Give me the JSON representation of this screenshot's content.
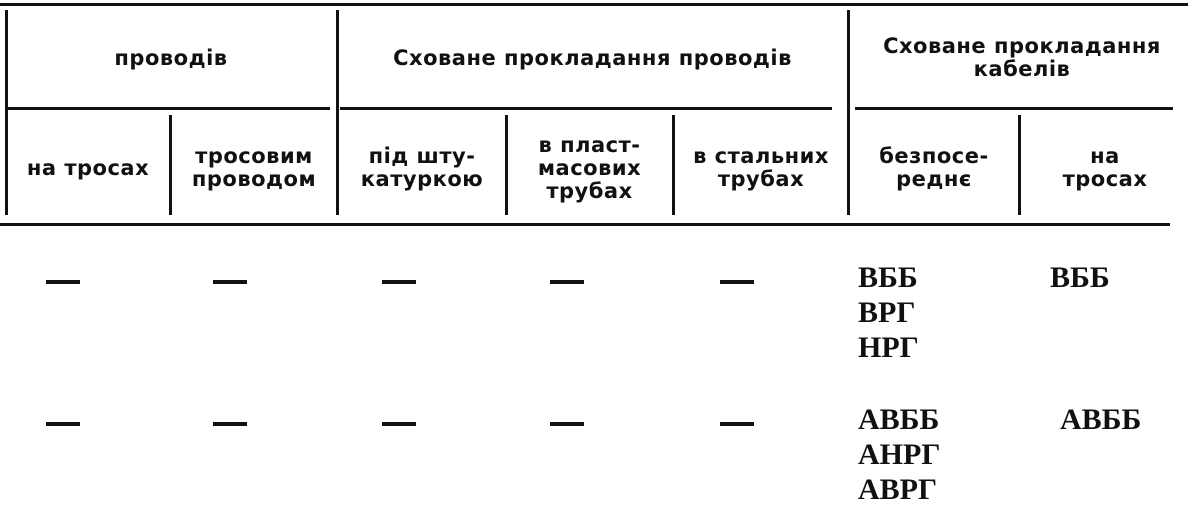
{
  "header": {
    "group1": "проводів",
    "group2": "Сховане прокладання проводів",
    "group3": "Сховане прокладання кабелів",
    "sub": [
      "на тросах",
      "тросовим\nпроводом",
      "під шту-\nкатуркою",
      "в пласт-\nмасових\nтрубах",
      "в стальних\nтрубах",
      "безпосе-\nреднє",
      "на\nтросах"
    ]
  },
  "rows": [
    {
      "dashes": [
        "—",
        "—",
        "—",
        "—",
        "—"
      ],
      "cable_direct": "ВББ\nВРГ\nНРГ",
      "cable_rope": "ВББ"
    },
    {
      "dashes": [
        "—",
        "—",
        "—",
        "—",
        "—"
      ],
      "cable_direct": "АВББ\nАНРГ\nАВРГ",
      "cable_rope": "АВББ"
    }
  ]
}
